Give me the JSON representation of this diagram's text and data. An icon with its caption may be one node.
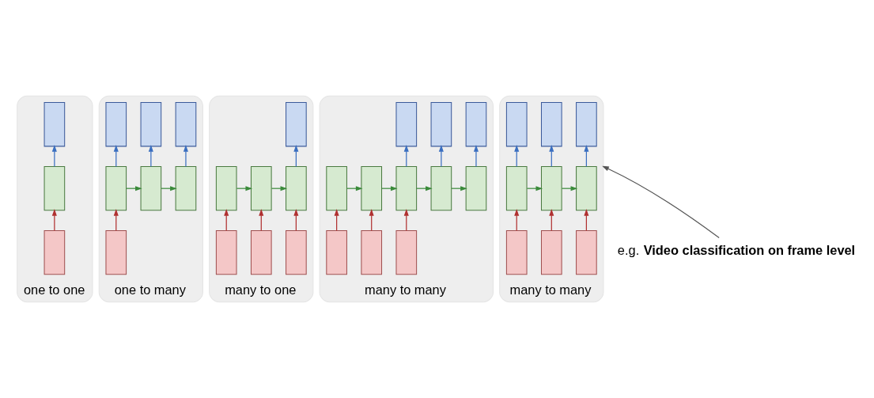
{
  "diagram": {
    "nodes": [
      {
        "text": [
          "one to one"
        ]
      },
      {
        "text": [],
        "shape": "box",
        "in": 0
      },
      {
        "text": [],
        "shape": "box",
        "in": 0
      },
      {
        "text": [],
        "shape": "box",
        "in": 0
      },
      {
        "text": [
          "one to many"
        ]
      },
      {
        "text": [],
        "shape": "box",
        "in": 4
      },
      {
        "text": [],
        "shape": "box",
        "in": 4
      },
      {
        "text": [],
        "shape": "box",
        "in": 4
      },
      {
        "text": [],
        "shape": "box",
        "in": 4
      },
      {
        "text": [],
        "shape": "box",
        "in": 4
      },
      {
        "text": [],
        "shape": "box",
        "in": 4
      },
      {
        "text": [],
        "shape": "box",
        "in": 4
      },
      {
        "text": [
          "many to one"
        ]
      },
      {
        "text": [],
        "shape": "box",
        "in": 12
      },
      {
        "text": [],
        "shape": "box",
        "in": 12
      },
      {
        "text": [],
        "shape": "box",
        "in": 12
      },
      {
        "text": [],
        "shape": "box",
        "in": 12
      },
      {
        "text": [],
        "shape": "box",
        "in": 12
      },
      {
        "text": [],
        "shape": "box",
        "in": 12
      },
      {
        "text": [],
        "shape": "box",
        "in": 12
      },
      {
        "text": [
          "many to many"
        ]
      },
      {
        "text": [],
        "shape": "box",
        "in": 20
      },
      {
        "text": [],
        "shape": "box",
        "in": 20
      },
      {
        "text": [],
        "shape": "box",
        "in": 20
      },
      {
        "text": [],
        "shape": "box",
        "in": 20
      },
      {
        "text": [],
        "shape": "box",
        "in": 20
      },
      {
        "text": [],
        "shape": "box",
        "in": 20
      },
      {
        "text": [],
        "shape": "box",
        "in": 20
      },
      {
        "text": [],
        "shape": "box",
        "in": 20
      },
      {
        "text": [],
        "shape": "box",
        "in": 20
      },
      {
        "text": [],
        "shape": "box",
        "in": 20
      },
      {
        "text": [],
        "shape": "box",
        "in": 20
      },
      {
        "text": [
          "many to many"
        ]
      },
      {
        "text": [],
        "shape": "box",
        "in": 32
      },
      {
        "text": [],
        "shape": "box",
        "in": 32
      },
      {
        "text": [],
        "shape": "box",
        "in": 32
      },
      {
        "text": [],
        "shape": "box",
        "in": 32
      },
      {
        "text": [],
        "shape": "box",
        "in": 32
      },
      {
        "text": [],
        "shape": "box",
        "in": 32
      },
      {
        "text": [],
        "shape": "box",
        "in": 32
      },
      {
        "text": [],
        "shape": "box",
        "in": 32
      },
      {
        "text": [],
        "shape": "box",
        "in": 32
      },
      {
        "text": [
          "e.g. **Video classification on frame level**"
        ]
      }
    ],
    "edges": [
      {
        "from": 3,
        "to": 2,
        "arrow": "to",
        "color": "#b03030"
      },
      {
        "from": 2,
        "to": 1,
        "arrow": "to",
        "color": "#3a6fc0"
      },
      {
        "from": 11,
        "to": 8,
        "arrow": "to",
        "color": "#b03030"
      },
      {
        "from": 8,
        "to": 9,
        "arrow": "to",
        "color": "#3a8a3a"
      },
      {
        "from": 9,
        "to": 10,
        "arrow": "to",
        "color": "#3a8a3a"
      },
      {
        "from": 8,
        "to": 5,
        "arrow": "to",
        "color": "#3a6fc0"
      },
      {
        "from": 9,
        "to": 6,
        "arrow": "to",
        "color": "#3a6fc0"
      },
      {
        "from": 10,
        "to": 7,
        "arrow": "to",
        "color": "#3a6fc0"
      },
      {
        "from": 17,
        "to": 14,
        "arrow": "to",
        "color": "#b03030"
      },
      {
        "from": 18,
        "to": 15,
        "arrow": "to",
        "color": "#b03030"
      },
      {
        "from": 19,
        "to": 16,
        "arrow": "to",
        "color": "#b03030"
      },
      {
        "from": 14,
        "to": 15,
        "arrow": "to",
        "color": "#3a8a3a"
      },
      {
        "from": 15,
        "to": 16,
        "arrow": "to",
        "color": "#3a8a3a"
      },
      {
        "from": 16,
        "to": 13,
        "arrow": "to",
        "color": "#3a6fc0"
      },
      {
        "from": 29,
        "to": 24,
        "arrow": "to",
        "color": "#b03030"
      },
      {
        "from": 30,
        "to": 25,
        "arrow": "to",
        "color": "#b03030"
      },
      {
        "from": 31,
        "to": 26,
        "arrow": "to",
        "color": "#b03030"
      },
      {
        "from": 24,
        "to": 25,
        "arrow": "to",
        "color": "#3a8a3a"
      },
      {
        "from": 25,
        "to": 26,
        "arrow": "to",
        "color": "#3a8a3a"
      },
      {
        "from": 26,
        "to": 27,
        "arrow": "to",
        "color": "#3a8a3a"
      },
      {
        "from": 27,
        "to": 28,
        "arrow": "to",
        "color": "#3a8a3a"
      },
      {
        "from": 26,
        "to": 21,
        "arrow": "to",
        "color": "#3a6fc0"
      },
      {
        "from": 27,
        "to": 22,
        "arrow": "to",
        "color": "#3a6fc0"
      },
      {
        "from": 28,
        "to": 23,
        "arrow": "to",
        "color": "#3a6fc0"
      },
      {
        "from": 39,
        "to": 36,
        "arrow": "to",
        "color": "#b03030"
      },
      {
        "from": 40,
        "to": 37,
        "arrow": "to",
        "color": "#b03030"
      },
      {
        "from": 41,
        "to": 38,
        "arrow": "to",
        "color": "#b03030"
      },
      {
        "from": 36,
        "to": 37,
        "arrow": "to",
        "color": "#3a8a3a"
      },
      {
        "from": 37,
        "to": 38,
        "arrow": "to",
        "color": "#3a8a3a"
      },
      {
        "from": 36,
        "to": 33,
        "arrow": "to",
        "color": "#3a6fc0"
      },
      {
        "from": 37,
        "to": 34,
        "arrow": "to",
        "color": "#3a6fc0"
      },
      {
        "from": 38,
        "to": 35,
        "arrow": "to",
        "color": "#3a6fc0"
      },
      {
        "from": 42,
        "to": 32,
        "arrow": "to",
        "color": "#555555"
      }
    ]
  }
}
